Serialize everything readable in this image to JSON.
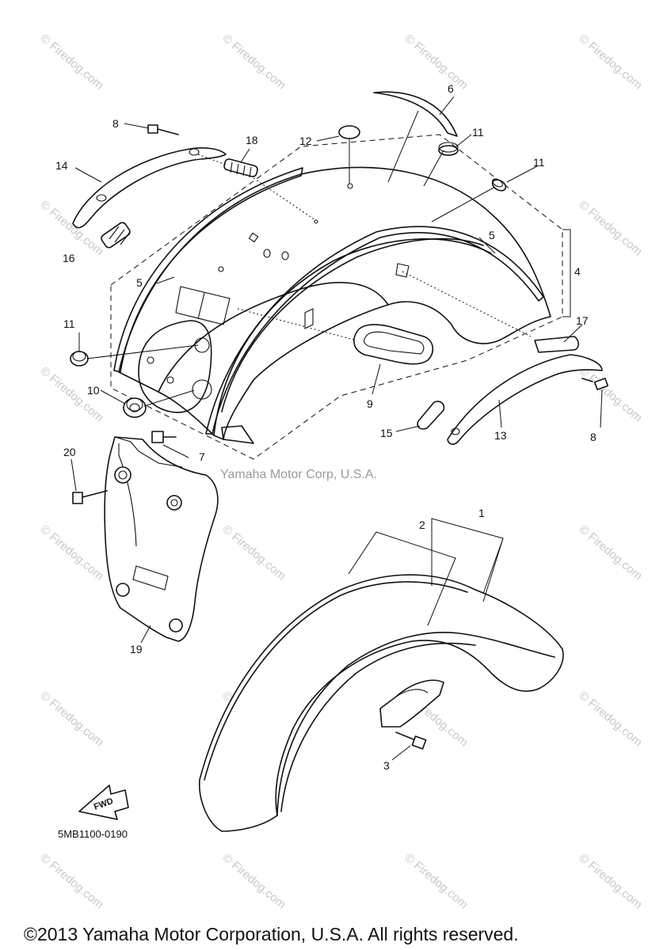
{
  "watermark_text": "© Firedog.com",
  "source_credit": "Yamaha Motor Corp, U.S.A.",
  "diagram_code": "5MB1100-0190",
  "fwd_label": "FWD",
  "copyright": "©2013 Yamaha Motor Corporation, U.S.A. All rights reserved.",
  "callouts": [
    "1",
    "2",
    "3",
    "4",
    "5",
    "5",
    "6",
    "7",
    "8",
    "8",
    "9",
    "10",
    "11",
    "11",
    "11",
    "12",
    "13",
    "14",
    "15",
    "16",
    "17",
    "18",
    "19",
    "20"
  ]
}
